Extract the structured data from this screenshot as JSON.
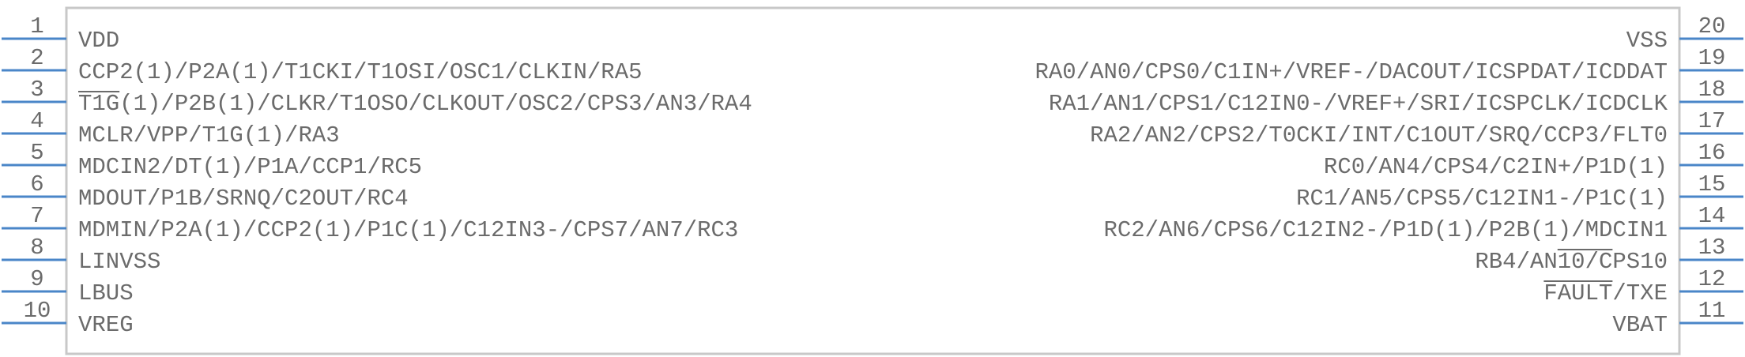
{
  "body_color": "#c8c8c8",
  "pin_color": "#4a86c8",
  "text_color": "#6b6b6b",
  "left_pins": [
    {
      "num": "1",
      "label": "VDD"
    },
    {
      "num": "2",
      "label": "CCP2(1)/P2A(1)/T1CKI/T1OSI/OSC1/CLKIN/RA5"
    },
    {
      "num": "3",
      "label": "T1G(1)/P2B(1)/CLKR/T1OSO/CLKOUT/OSC2/CPS3/AN3/RA4",
      "overline_chars": 3
    },
    {
      "num": "4",
      "label": "MCLR/VPP/T1G(1)/RA3"
    },
    {
      "num": "5",
      "label": "MDCIN2/DT(1)/P1A/CCP1/RC5"
    },
    {
      "num": "6",
      "label": "MDOUT/P1B/SRNQ/C2OUT/RC4"
    },
    {
      "num": "7",
      "label": "MDMIN/P2A(1)/CCP2(1)/P1C(1)/C12IN3-/CPS7/AN7/RC3"
    },
    {
      "num": "8",
      "label": "LINVSS"
    },
    {
      "num": "9",
      "label": "LBUS"
    },
    {
      "num": "10",
      "label": "VREG"
    }
  ],
  "right_pins": [
    {
      "num": "20",
      "label": "VSS"
    },
    {
      "num": "19",
      "label": "RA0/AN0/CPS0/C1IN+/VREF-/DACOUT/ICSPDAT/ICDDAT"
    },
    {
      "num": "18",
      "label": "RA1/AN1/CPS1/C12IN0-/VREF+/SRI/ICSPCLK/ICDCLK"
    },
    {
      "num": "17",
      "label": "RA2/AN2/CPS2/T0CKI/INT/C1OUT/SRQ/CCP3/FLT0"
    },
    {
      "num": "16",
      "label": "RC0/AN4/CPS4/C2IN+/P1D(1)"
    },
    {
      "num": "15",
      "label": "RC1/AN5/CPS5/C12IN1-/P1C(1)"
    },
    {
      "num": "14",
      "label": "RC2/AN6/CPS6/C12IN2-/P1D(1)/P2B(1)/MDCIN1"
    },
    {
      "num": "13",
      "label": "RB4/AN10/CPS10",
      "overline_range": [
        6,
        10
      ]
    },
    {
      "num": "12",
      "label": "FAULT/TXE",
      "overline_range": [
        0,
        5
      ]
    },
    {
      "num": "11",
      "label": "VBAT"
    }
  ]
}
